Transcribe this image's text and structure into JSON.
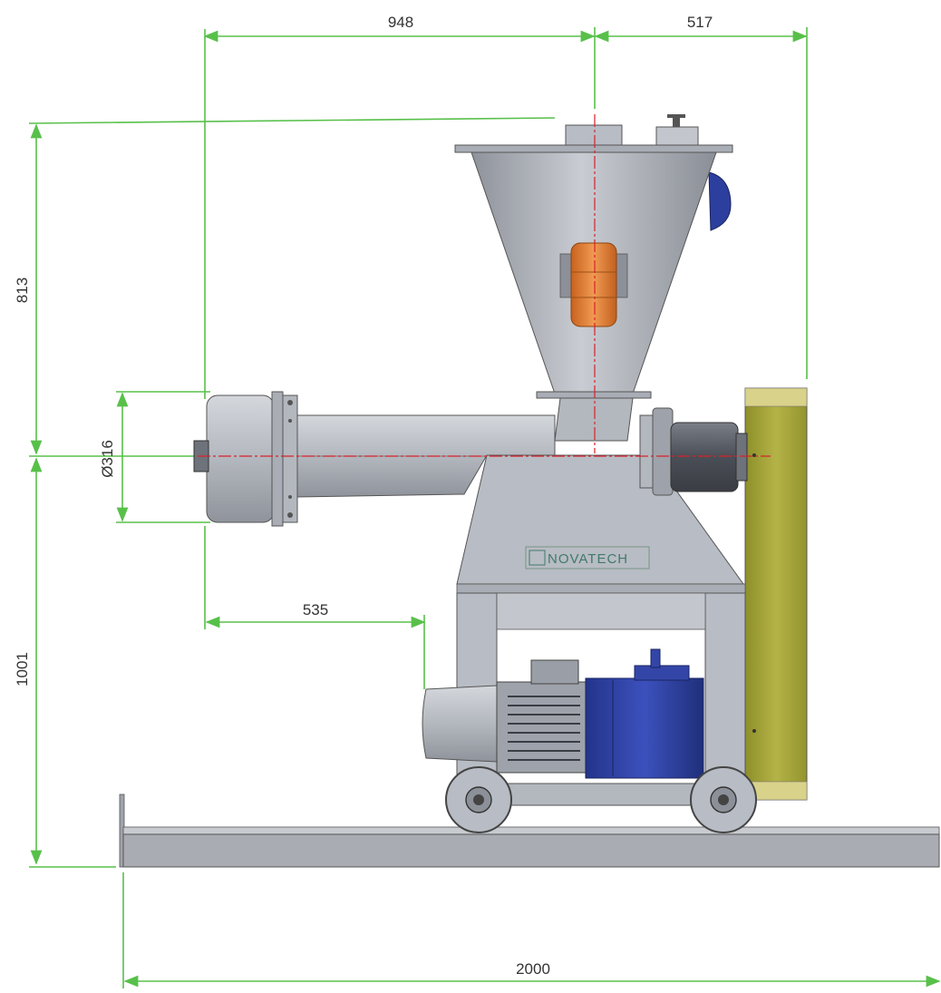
{
  "dimensions": {
    "top_left": "948",
    "top_right": "517",
    "height_upper": "813",
    "diameter": "Ø316",
    "height_lower": "1001",
    "offset": "535",
    "length": "2000"
  },
  "logo": "NOVATECH",
  "colors": {
    "dimension_line": "#58c04a",
    "centerline": "#d8222a",
    "steel": "#b8bcc4",
    "steel_dark": "#8c9098",
    "motor_blue": "#2c3fa0",
    "vibrator_orange": "#e0803a",
    "panel_olive": "#a8a838",
    "rail": "#a9acb2"
  }
}
